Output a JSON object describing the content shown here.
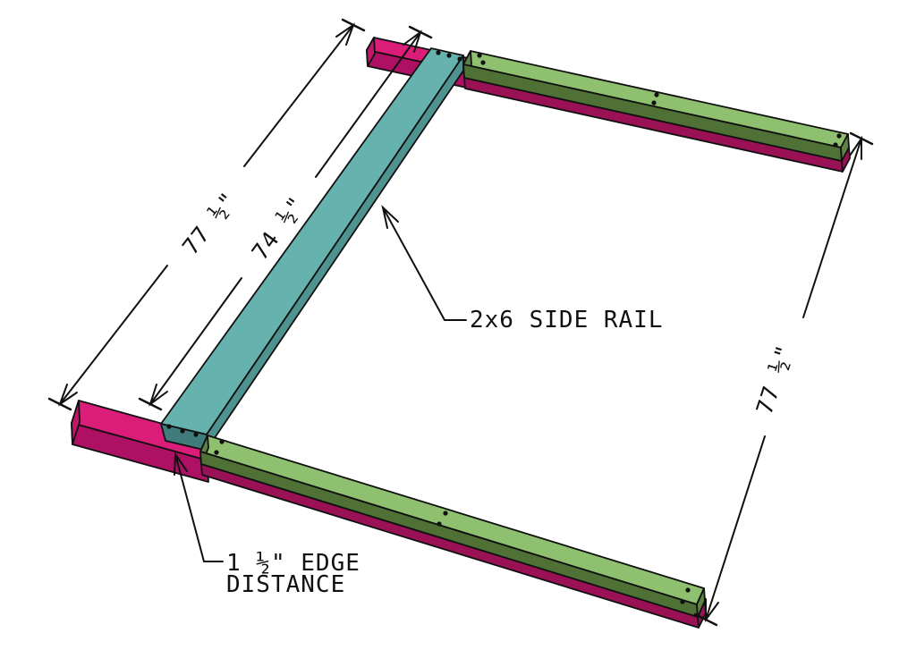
{
  "diagram": {
    "dimensions": {
      "left": "77 ½\"",
      "rail": "74 ½\"",
      "right": "77 ½\""
    },
    "labels": {
      "side_rail": "2x6 SIDE RAIL",
      "edge_distance_line1": "1 ½\" EDGE",
      "edge_distance_line2": "DISTANCE"
    },
    "colors": {
      "pink_top": "#DB1C78",
      "pink_front": "#AE1164",
      "pink_end": "#C21768",
      "pink_shadow": "#9A1156",
      "teal_top": "#66B2AF",
      "teal_side": "#4E9390",
      "teal_end": "#3F7C7B",
      "green_top": "#8FC06F",
      "green_front": "#4F7136",
      "green_end": "#5E8345",
      "line": "#101010",
      "background": "#FFFFFF"
    }
  }
}
